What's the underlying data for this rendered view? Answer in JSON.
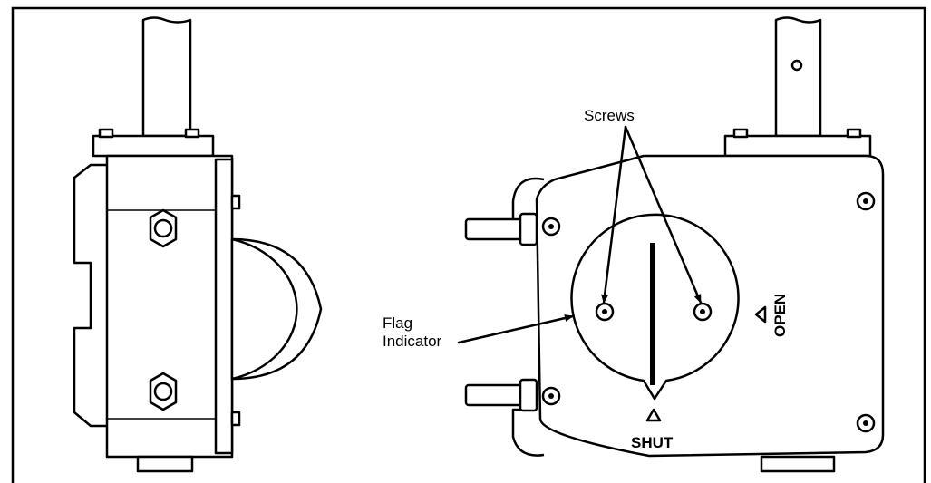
{
  "labels": {
    "screws": "Screws",
    "flag_line1": "Flag",
    "flag_line2": "Indicator",
    "open": "OPEN",
    "shut": "SHUT"
  }
}
